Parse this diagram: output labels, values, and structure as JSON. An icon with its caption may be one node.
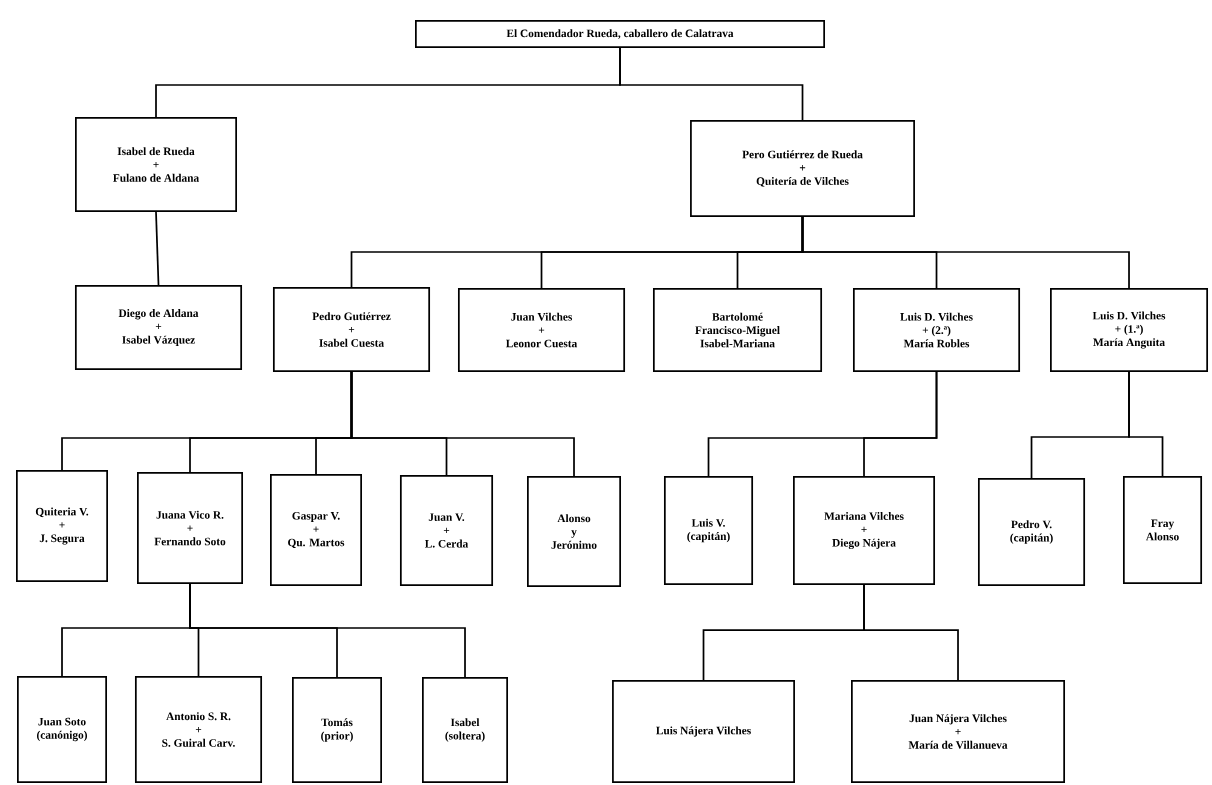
{
  "diagram": {
    "nodes": [
      {
        "text": [
          "El Comendador Rueda, caballero de Calatrava"
        ]
      },
      {
        "text": [
          "Isabel de Rueda",
          "+",
          "Fulano de Aldana"
        ]
      },
      {
        "text": [
          "Pero Gutiérrez de Rueda",
          "+",
          "Quitería de Vilches"
        ]
      },
      {
        "text": [
          "Diego de Aldana",
          "+",
          "Isabel Vázquez"
        ]
      },
      {
        "text": [
          "Pedro Gutiérrez",
          "+",
          "Isabel Cuesta"
        ]
      },
      {
        "text": [
          "Juan Vilches",
          "+",
          "Leonor Cuesta"
        ]
      },
      {
        "text": [
          "Bartolomé",
          "Francisco-Miguel",
          "Isabel-Mariana"
        ]
      },
      {
        "text": [
          "Luis D. Vilches",
          "+ (2.ª)",
          "María Robles"
        ]
      },
      {
        "text": [
          "Luis D. Vilches",
          "+ (1.ª)",
          "María Anguita"
        ]
      },
      {
        "text": [
          "Quiteria V.",
          "+",
          "J. Segura"
        ]
      },
      {
        "text": [
          "Juana Vico R.",
          "+",
          "Fernando Soto"
        ]
      },
      {
        "text": [
          "Gaspar V.",
          "+",
          "Qu. Martos"
        ]
      },
      {
        "text": [
          "Juan V.",
          "+",
          "L. Cerda"
        ]
      },
      {
        "text": [
          "Alonso",
          "y",
          "Jerónimo"
        ]
      },
      {
        "text": [
          "Luis V.",
          "(capitán)"
        ]
      },
      {
        "text": [
          "Mariana Vilches",
          "+",
          "Diego Nájera"
        ]
      },
      {
        "text": [
          "Pedro V.",
          "(capitán)"
        ]
      },
      {
        "text": [
          "Fray",
          "Alonso"
        ]
      },
      {
        "text": [
          "Juan Soto",
          "(canónigo)"
        ]
      },
      {
        "text": [
          "Antonio S. R.",
          "+",
          "S. Guiral Carv."
        ]
      },
      {
        "text": [
          "Tomás",
          "(prior)"
        ]
      },
      {
        "text": [
          "Isabel",
          "(soltera)"
        ]
      },
      {
        "text": [
          "Luis Nájera Vilches"
        ]
      },
      {
        "text": [
          "Juan Nájera Vilches",
          "+",
          "María de Villanueva"
        ]
      }
    ],
    "edges": [
      {
        "from": 0,
        "to": 1,
        "arrow": "none"
      },
      {
        "from": 0,
        "to": 2,
        "arrow": "none"
      },
      {
        "from": 1,
        "to": 3,
        "arrow": "none"
      },
      {
        "from": 2,
        "to": 4,
        "arrow": "none"
      },
      {
        "from": 2,
        "to": 5,
        "arrow": "none"
      },
      {
        "from": 2,
        "to": 6,
        "arrow": "none"
      },
      {
        "from": 2,
        "to": 7,
        "arrow": "none"
      },
      {
        "from": 2,
        "to": 8,
        "arrow": "none"
      },
      {
        "from": 4,
        "to": 9,
        "arrow": "none"
      },
      {
        "from": 4,
        "to": 10,
        "arrow": "none"
      },
      {
        "from": 4,
        "to": 11,
        "arrow": "none"
      },
      {
        "from": 4,
        "to": 12,
        "arrow": "none"
      },
      {
        "from": 4,
        "to": 13,
        "arrow": "none"
      },
      {
        "from": 7,
        "to": 14,
        "arrow": "none"
      },
      {
        "from": 7,
        "to": 15,
        "arrow": "none"
      },
      {
        "from": 8,
        "to": 16,
        "arrow": "none"
      },
      {
        "from": 8,
        "to": 17,
        "arrow": "none"
      },
      {
        "from": 10,
        "to": 18,
        "arrow": "none"
      },
      {
        "from": 10,
        "to": 19,
        "arrow": "none"
      },
      {
        "from": 10,
        "to": 20,
        "arrow": "none"
      },
      {
        "from": 10,
        "to": 21,
        "arrow": "none"
      },
      {
        "from": 15,
        "to": 22,
        "arrow": "none"
      },
      {
        "from": 15,
        "to": 23,
        "arrow": "none"
      }
    ]
  }
}
